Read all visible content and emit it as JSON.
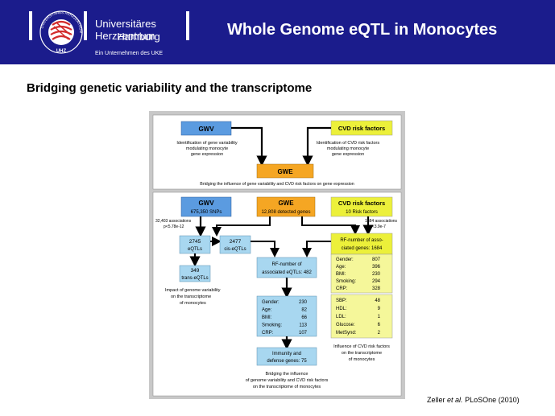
{
  "header": {
    "org_name_line1": "Universitäres Herzzentrum",
    "org_name_line2": "Hamburg",
    "org_sub": "Ein Unternehmen des UKE",
    "seal_text_top": "UNIVERSITÄRES HERZZENTRUM",
    "seal_text_bottom": "UHZ",
    "title": "Whole Genome eQTL in Monocytes"
  },
  "subtitle": "Bridging genetic variability and the transcriptome",
  "colors": {
    "header_bg": "#1b1c8c",
    "gwv_blue": "#5b9be0",
    "gwe_orange": "#f5a623",
    "cvd_yellow": "#ecf03a",
    "light_blue": "#a8d7f0",
    "light_yellow": "#f5f79a",
    "panel_gray": "#c8c8c8"
  },
  "figure": {
    "top": {
      "gwv": "GWV",
      "cvd": "CVD risk factors",
      "gwv_desc_1": "Identification of gene variability",
      "gwv_desc_2": "modulating monocyte",
      "gwv_desc_3": "gene expression",
      "cvd_desc_1": "Identification of CVD risk factors",
      "cvd_desc_2": "modulating monocyte",
      "cvd_desc_3": "gene expression",
      "gwe": "GWE",
      "bridge": "Bridging the influence of gene variability and CVD risk factors on gene expression"
    },
    "bottom": {
      "gwv_title": "GWV",
      "gwv_count": "675,350 SNPs",
      "gwe_title": "GWE",
      "gwe_count": "12,808 detected genes",
      "cvd_title": "CVD risk factors",
      "cvd_count": "10 Risk factors",
      "left_assoc_1": "32,403 associations",
      "left_assoc_2": "p<5.78e-12",
      "right_assoc_1": "1684 associations",
      "right_assoc_2": "p<3.9e-7",
      "eqtls_num": "2745",
      "eqtls_label": "eQTLs",
      "cis_num": "2477",
      "cis_label": "cis-eQTLs",
      "trans_num": "349",
      "trans_label": "trans-eQTLs",
      "rf_eqtl_1": "RF-number of",
      "rf_eqtl_2": "associated eQTLs: 482",
      "rf_genes_1": "RF-number of asso-",
      "rf_genes_2": "ciated genes: 1684",
      "rf_table_a": [
        {
          "name": "Gender:",
          "value": "807"
        },
        {
          "name": "Age:",
          "value": "396"
        },
        {
          "name": "BMI:",
          "value": "230"
        },
        {
          "name": "Smoking:",
          "value": "294"
        },
        {
          "name": "CRP:",
          "value": "328"
        }
      ],
      "rf_table_b": [
        {
          "name": "SBP:",
          "value": "48"
        },
        {
          "name": "HDL:",
          "value": "9"
        },
        {
          "name": "LDL:",
          "value": "1"
        },
        {
          "name": "Glucose:",
          "value": "6"
        },
        {
          "name": "MetSynd:",
          "value": "2"
        }
      ],
      "eqtl_table": [
        {
          "name": "Gender:",
          "value": "230"
        },
        {
          "name": "Age:",
          "value": "82"
        },
        {
          "name": "BMI:",
          "value": "66"
        },
        {
          "name": "Smoking:",
          "value": "113"
        },
        {
          "name": "CRP:",
          "value": "107"
        }
      ],
      "immunity_1": "Immunity and",
      "immunity_2": "defense genes: 75",
      "impact_1": "Impact of genome variability",
      "impact_2": "on the transcriptome",
      "impact_3": "of monocytes",
      "influence_1": "Influence of CVD risk factors",
      "influence_2": "on the transcriptome",
      "influence_3": "of monocytes",
      "bridge_1": "Bridging the influence",
      "bridge_2": "of genome variability and CVD risk factors",
      "bridge_3": "on the transcriptome of monocytes"
    }
  },
  "citation": {
    "author": "Zeller",
    "etal": "et al.",
    "source": "PLoSOne (2010)"
  }
}
